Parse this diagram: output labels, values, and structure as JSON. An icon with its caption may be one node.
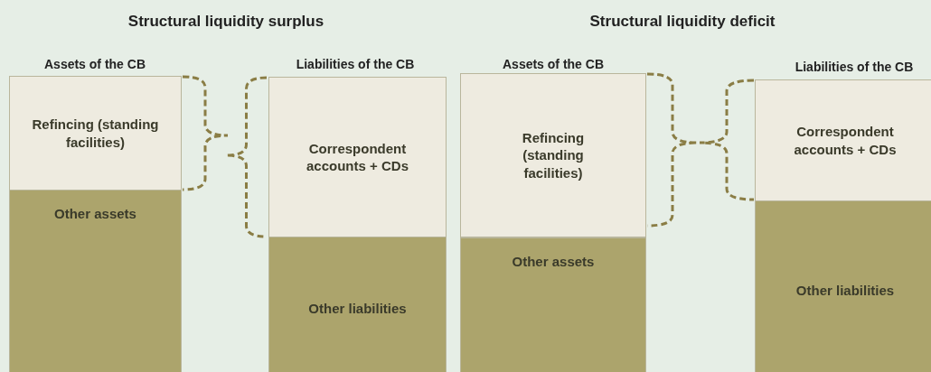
{
  "diagram": {
    "nodes": [
      {
        "text": [
          "Refincing (standing facilities)"
        ]
      },
      {
        "text": [
          "Other assets"
        ]
      },
      {
        "text": [
          "Correspondent accounts + CDs"
        ]
      },
      {
        "text": [
          "Other liabilities"
        ]
      },
      {
        "text": [
          "Refincing (standing facilities)"
        ]
      },
      {
        "text": [
          "Other assets"
        ]
      },
      {
        "text": [
          "Correspondent accounts + CDs"
        ]
      },
      {
        "text": [
          "Other liabilities"
        ]
      }
    ],
    "edges": [],
    "labels": [
      "Structural liquidity surplus",
      "Structural liquidity deficit",
      "Assets of the CB",
      "Liabilities of the CB",
      "Assets of the CB",
      "Liabilities of the CB"
    ]
  }
}
